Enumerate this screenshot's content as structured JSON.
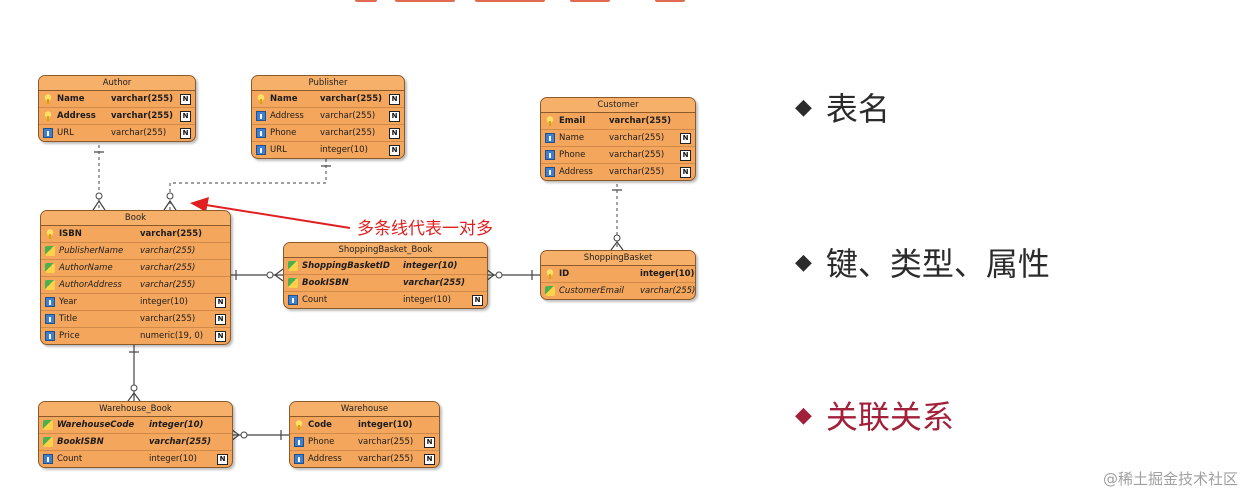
{
  "entities": {
    "author": {
      "title": "Author",
      "rows": [
        {
          "name": "Name",
          "type": "varchar(255)",
          "nullable": "N",
          "icon": "primary-key-icon"
        },
        {
          "name": "Address",
          "type": "varchar(255)",
          "nullable": "N",
          "icon": "primary-key-icon"
        },
        {
          "name": "URL",
          "type": "varchar(255)",
          "nullable": "N",
          "icon": "column-icon"
        }
      ]
    },
    "publisher": {
      "title": "Publisher",
      "rows": [
        {
          "name": "Name",
          "type": "varchar(255)",
          "nullable": "N",
          "icon": "primary-key-icon"
        },
        {
          "name": "Address",
          "type": "varchar(255)",
          "nullable": "N",
          "icon": "column-icon"
        },
        {
          "name": "Phone",
          "type": "varchar(255)",
          "nullable": "N",
          "icon": "column-icon"
        },
        {
          "name": "URL",
          "type": "integer(10)",
          "nullable": "N",
          "icon": "column-icon"
        }
      ]
    },
    "customer": {
      "title": "Customer",
      "rows": [
        {
          "name": "Email",
          "type": "varchar(255)",
          "nullable": "",
          "icon": "primary-key-icon"
        },
        {
          "name": "Name",
          "type": "varchar(255)",
          "nullable": "N",
          "icon": "column-icon"
        },
        {
          "name": "Phone",
          "type": "varchar(255)",
          "nullable": "N",
          "icon": "column-icon"
        },
        {
          "name": "Address",
          "type": "varchar(255)",
          "nullable": "N",
          "icon": "column-icon"
        }
      ]
    },
    "book": {
      "title": "Book",
      "rows": [
        {
          "name": "ISBN",
          "type": "varchar(255)",
          "nullable": "",
          "icon": "primary-key-icon"
        },
        {
          "name": "PublisherName",
          "type": "varchar(255)",
          "nullable": "",
          "icon": "foreign-key-icon"
        },
        {
          "name": "AuthorName",
          "type": "varchar(255)",
          "nullable": "",
          "icon": "foreign-key-icon"
        },
        {
          "name": "AuthorAddress",
          "type": "varchar(255)",
          "nullable": "",
          "icon": "foreign-key-icon"
        },
        {
          "name": "Year",
          "type": "integer(10)",
          "nullable": "N",
          "icon": "column-icon"
        },
        {
          "name": "Title",
          "type": "varchar(255)",
          "nullable": "N",
          "icon": "column-icon"
        },
        {
          "name": "Price",
          "type": "numeric(19, 0)",
          "nullable": "N",
          "icon": "column-icon"
        }
      ]
    },
    "shoppingbasket_book": {
      "title": "ShoppingBasket_Book",
      "rows": [
        {
          "name": "ShoppingBasketID",
          "type": "integer(10)",
          "nullable": "",
          "icon": "primary-foreign-key-icon"
        },
        {
          "name": "BookISBN",
          "type": "varchar(255)",
          "nullable": "",
          "icon": "primary-foreign-key-icon"
        },
        {
          "name": "Count",
          "type": "integer(10)",
          "nullable": "N",
          "icon": "column-icon"
        }
      ]
    },
    "shoppingbasket": {
      "title": "ShoppingBasket",
      "rows": [
        {
          "name": "ID",
          "type": "integer(10)",
          "nullable": "",
          "icon": "primary-key-icon"
        },
        {
          "name": "CustomerEmail",
          "type": "varchar(255)",
          "nullable": "",
          "icon": "foreign-key-icon"
        }
      ]
    },
    "warehouse_book": {
      "title": "Warehouse_Book",
      "rows": [
        {
          "name": "WarehouseCode",
          "type": "integer(10)",
          "nullable": "",
          "icon": "primary-foreign-key-icon"
        },
        {
          "name": "BookISBN",
          "type": "varchar(255)",
          "nullable": "",
          "icon": "primary-foreign-key-icon"
        },
        {
          "name": "Count",
          "type": "integer(10)",
          "nullable": "N",
          "icon": "column-icon"
        }
      ]
    },
    "warehouse": {
      "title": "Warehouse",
      "rows": [
        {
          "name": "Code",
          "type": "integer(10)",
          "nullable": "",
          "icon": "primary-key-icon"
        },
        {
          "name": "Phone",
          "type": "varchar(255)",
          "nullable": "N",
          "icon": "column-icon"
        },
        {
          "name": "Address",
          "type": "varchar(255)",
          "nullable": "N",
          "icon": "column-icon"
        }
      ]
    }
  },
  "annotation": "多条线代表一对多",
  "bullets": [
    {
      "text": "表名",
      "highlight": false
    },
    {
      "text": "键、类型、属性",
      "highlight": false
    },
    {
      "text": "关联关系",
      "highlight": true
    }
  ],
  "bullet_symbol": "◆",
  "watermark": "@稀土掘金技术社区",
  "colors": {
    "entity_fill": "#f4a65c",
    "entity_border": "#8a5a2a",
    "annotation_red": "#e02020",
    "highlight_red": "#a3203a",
    "text_dark": "#2b2b2b"
  }
}
